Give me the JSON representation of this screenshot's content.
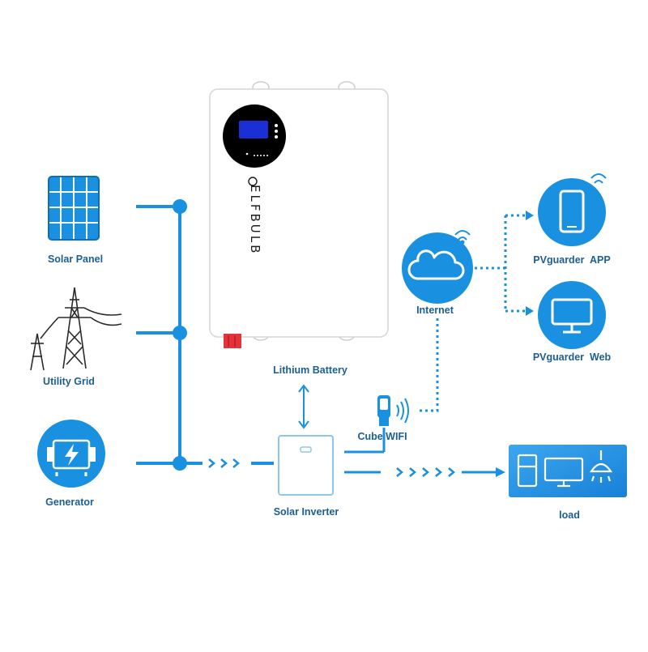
{
  "colors": {
    "accent": "#1a90e0",
    "label": "#1c5f92",
    "device_body": "#ffffff",
    "screen": "#1a2fd6",
    "terminal": "#e5333a"
  },
  "sources": [
    {
      "label": "Solar Panel",
      "icon": "solar-panel-icon"
    },
    {
      "label": "Utility Grid",
      "icon": "transmission-tower-icon"
    },
    {
      "label": "Generator",
      "icon": "generator-icon"
    }
  ],
  "battery_unit": {
    "brand": "ELFBULB"
  },
  "nodes": {
    "battery": "Lithium Battery",
    "inverter": "Solar Inverter",
    "wifi": "Cube WIFI",
    "internet": "Internet",
    "app": "PVguarder  APP",
    "web": "PVguarder  Web",
    "load": "load"
  },
  "icons": [
    "cloud-icon",
    "smartphone-icon",
    "monitor-icon",
    "wifi-signal-icon",
    "appliances-icon",
    "usb-wifi-dongle-icon"
  ]
}
